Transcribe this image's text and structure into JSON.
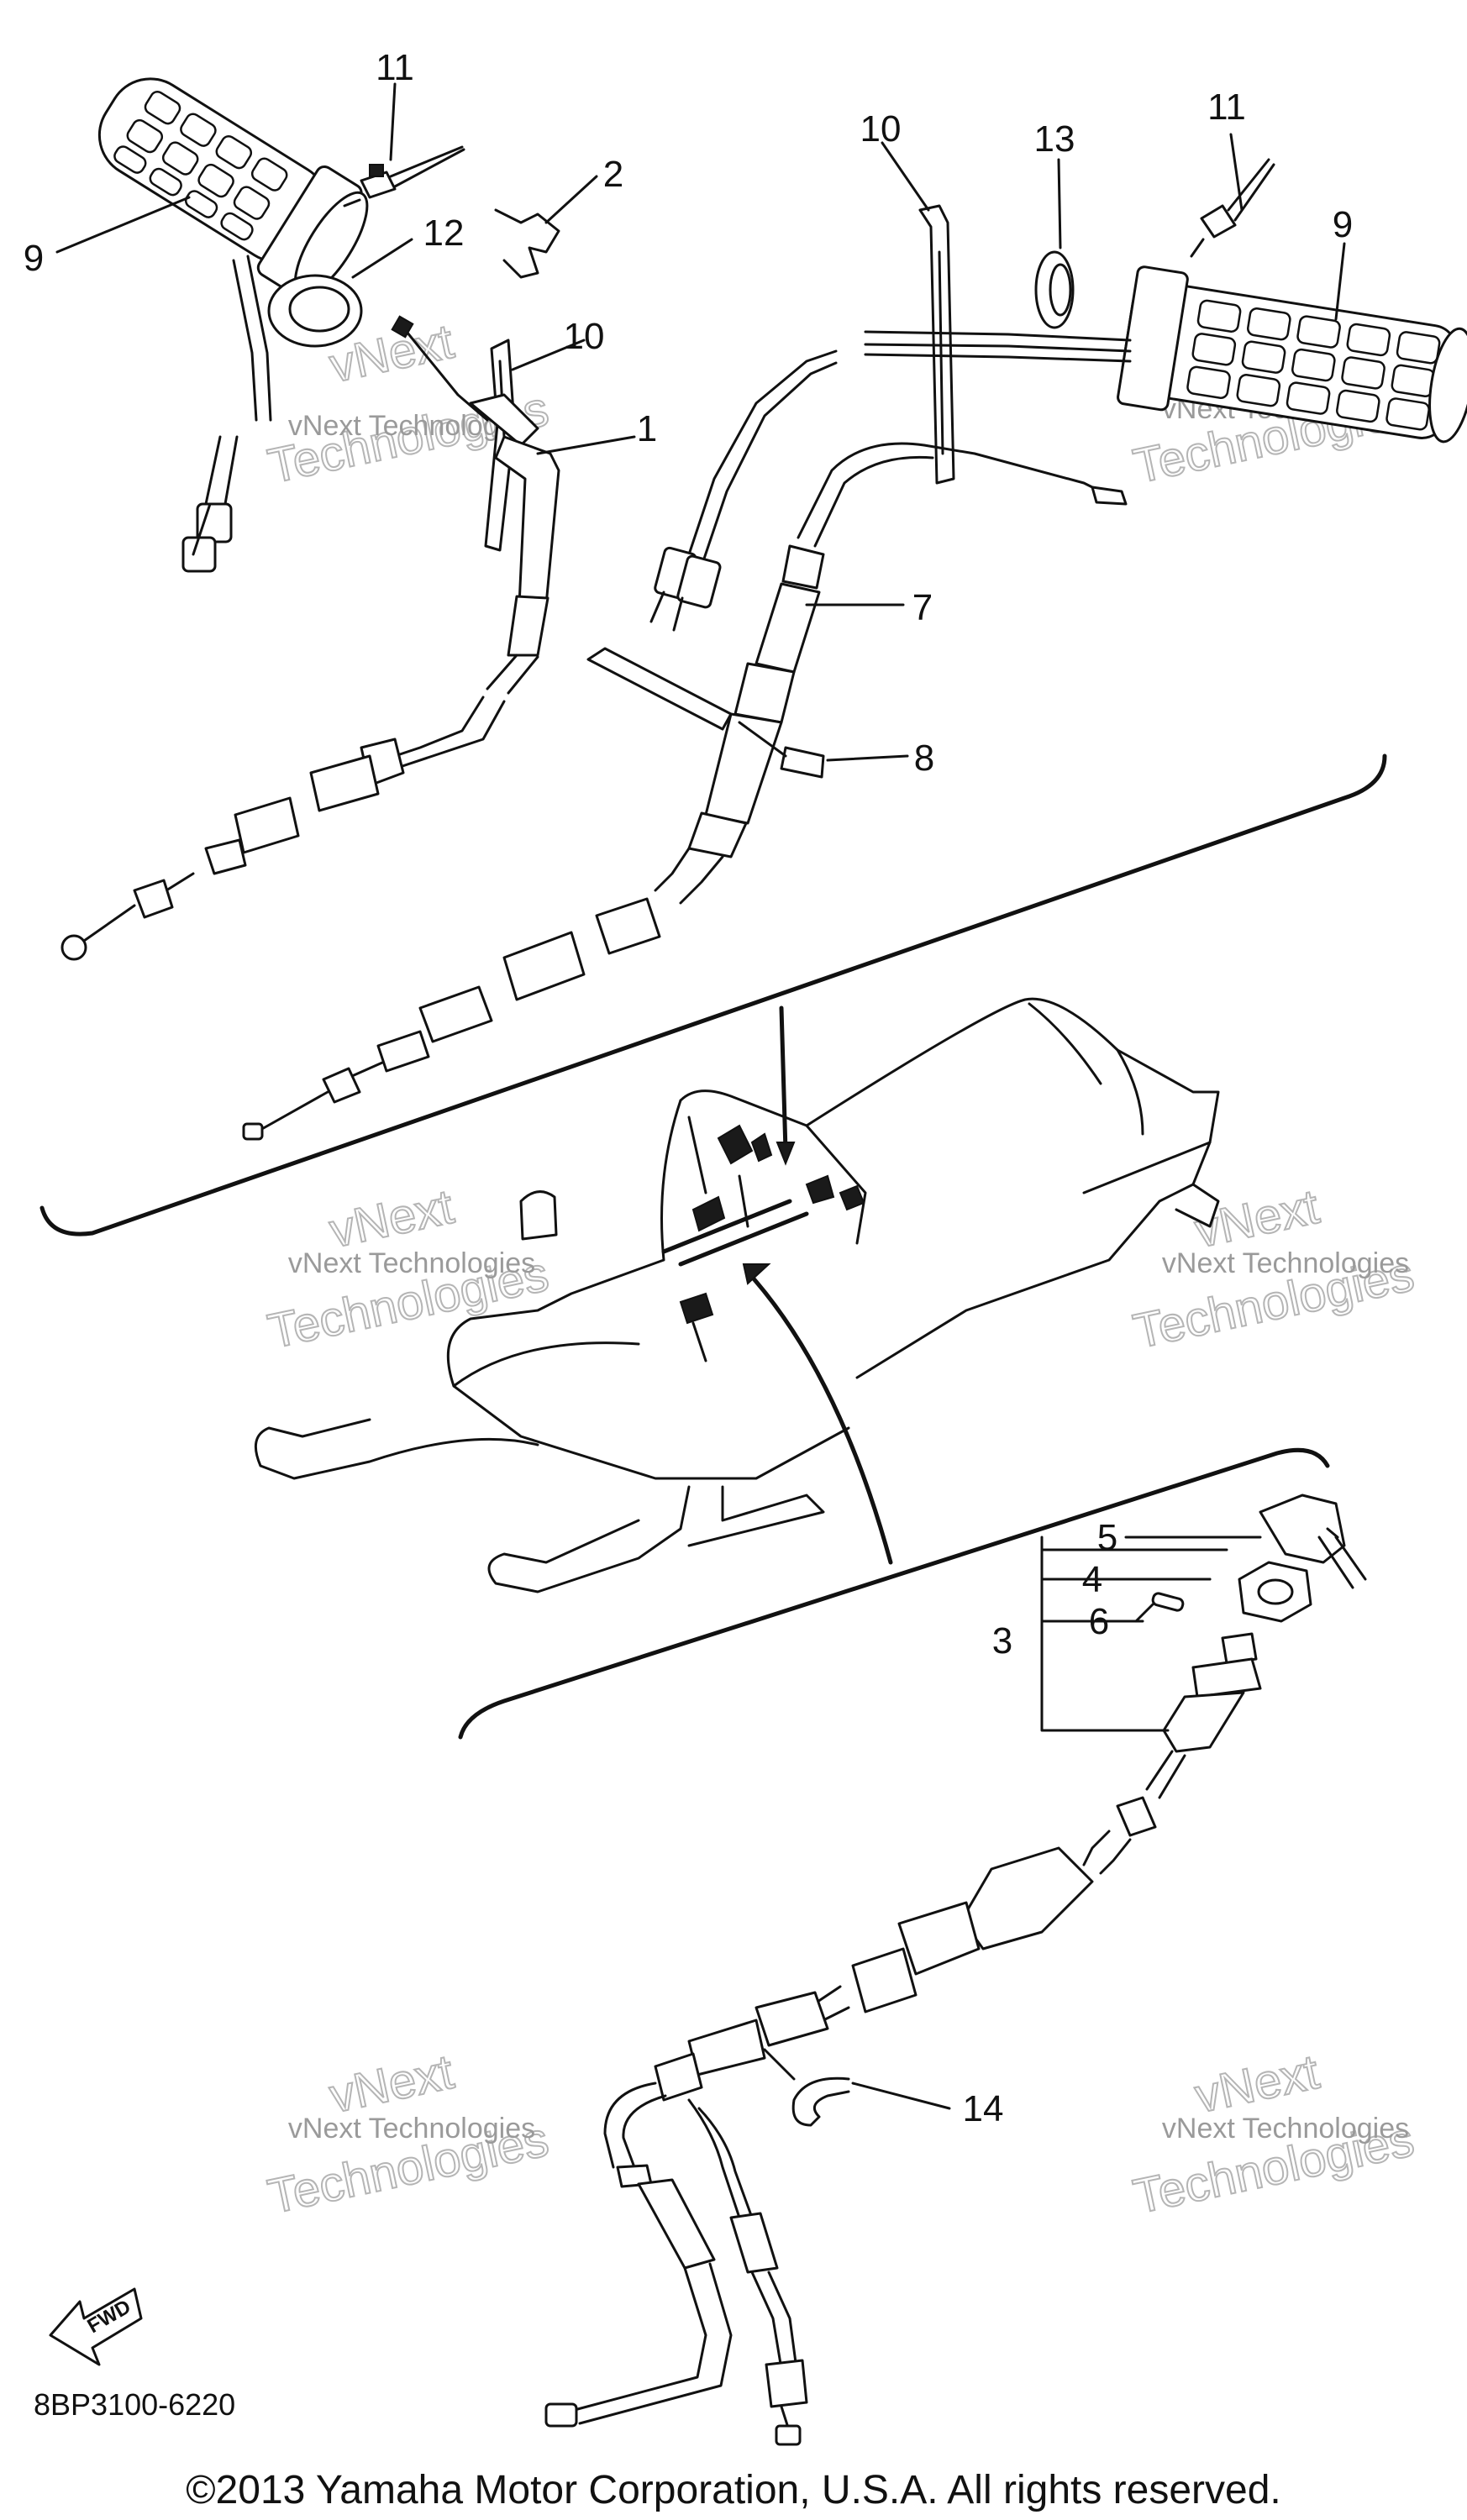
{
  "labels": {
    "l1": "1",
    "l2": "2",
    "l3": "3",
    "l4": "4",
    "l5": "5",
    "l6": "6",
    "l7": "7",
    "l8": "8",
    "l9a": "9",
    "l9b": "9",
    "l10a": "10",
    "l10b": "10",
    "l11a": "11",
    "l11b": "11",
    "l12": "12",
    "l13": "13",
    "l14": "14"
  },
  "watermark": {
    "line1": "vNext Technologies",
    "line2": "vNext",
    "line3": "Technologies"
  },
  "fwd_label": "FWD",
  "diagram_code": "8BP3100-6220",
  "copyright": "©2013 Yamaha Motor Corporation, U.S.A. All rights reserved."
}
